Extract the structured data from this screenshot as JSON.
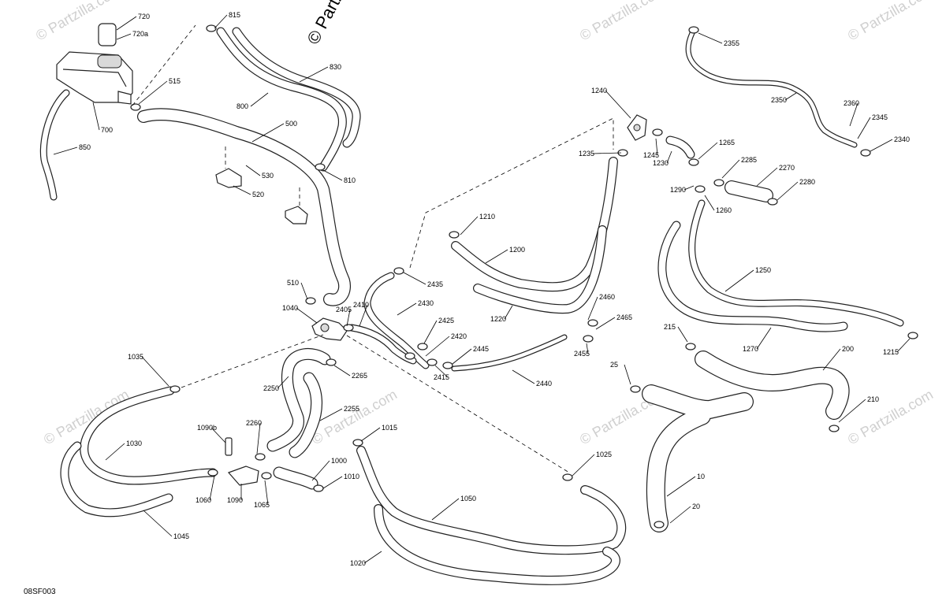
{
  "diagram_code": "08SF003",
  "watermark_main": "© Partzilla.com",
  "watermark_faint": "© Partzilla.com",
  "callouts": [
    {
      "id": "720",
      "text": "720"
    },
    {
      "id": "720a",
      "text": "720a"
    },
    {
      "id": "515",
      "text": "515"
    },
    {
      "id": "700",
      "text": "700"
    },
    {
      "id": "850",
      "text": "850"
    },
    {
      "id": "815",
      "text": "815"
    },
    {
      "id": "830",
      "text": "830"
    },
    {
      "id": "800",
      "text": "800"
    },
    {
      "id": "500",
      "text": "500"
    },
    {
      "id": "530",
      "text": "530"
    },
    {
      "id": "520",
      "text": "520"
    },
    {
      "id": "810",
      "text": "810"
    },
    {
      "id": "510",
      "text": "510"
    },
    {
      "id": "1040",
      "text": "1040"
    },
    {
      "id": "2405",
      "text": "2405"
    },
    {
      "id": "2410",
      "text": "2410"
    },
    {
      "id": "2430",
      "text": "2430"
    },
    {
      "id": "2425",
      "text": "2425"
    },
    {
      "id": "2420",
      "text": "2420"
    },
    {
      "id": "2445",
      "text": "2445"
    },
    {
      "id": "2415",
      "text": "2415"
    },
    {
      "id": "2440",
      "text": "2440"
    },
    {
      "id": "2435",
      "text": "2435"
    },
    {
      "id": "1210",
      "text": "1210"
    },
    {
      "id": "1200",
      "text": "1200"
    },
    {
      "id": "1220",
      "text": "1220"
    },
    {
      "id": "2460",
      "text": "2460"
    },
    {
      "id": "2465",
      "text": "2465"
    },
    {
      "id": "2455",
      "text": "2455"
    },
    {
      "id": "1240",
      "text": "1240"
    },
    {
      "id": "1235",
      "text": "1235"
    },
    {
      "id": "1245",
      "text": "1245"
    },
    {
      "id": "1230",
      "text": "1230"
    },
    {
      "id": "1265",
      "text": "1265"
    },
    {
      "id": "2285",
      "text": "2285"
    },
    {
      "id": "2270",
      "text": "2270"
    },
    {
      "id": "2280",
      "text": "2280"
    },
    {
      "id": "1290",
      "text": "1290"
    },
    {
      "id": "1260",
      "text": "1260"
    },
    {
      "id": "2355",
      "text": "2355"
    },
    {
      "id": "2350",
      "text": "2350"
    },
    {
      "id": "2360",
      "text": "2360"
    },
    {
      "id": "2345",
      "text": "2345"
    },
    {
      "id": "2340",
      "text": "2340"
    },
    {
      "id": "1250",
      "text": "1250"
    },
    {
      "id": "1270",
      "text": "1270"
    },
    {
      "id": "1215",
      "text": "1215"
    },
    {
      "id": "215",
      "text": "215"
    },
    {
      "id": "200",
      "text": "200"
    },
    {
      "id": "210",
      "text": "210"
    },
    {
      "id": "25",
      "text": "25"
    },
    {
      "id": "10",
      "text": "10"
    },
    {
      "id": "20",
      "text": "20"
    },
    {
      "id": "1035",
      "text": "1035"
    },
    {
      "id": "1030",
      "text": "1030"
    },
    {
      "id": "1045",
      "text": "1045"
    },
    {
      "id": "1090b",
      "text": "1090b"
    },
    {
      "id": "1060",
      "text": "1060"
    },
    {
      "id": "1090",
      "text": "1090"
    },
    {
      "id": "1065",
      "text": "1065"
    },
    {
      "id": "2260",
      "text": "2260"
    },
    {
      "id": "2250",
      "text": "2250"
    },
    {
      "id": "2265",
      "text": "2265"
    },
    {
      "id": "2255",
      "text": "2255"
    },
    {
      "id": "1000",
      "text": "1000"
    },
    {
      "id": "1010",
      "text": "1010"
    },
    {
      "id": "1015",
      "text": "1015"
    },
    {
      "id": "1025",
      "text": "1025"
    },
    {
      "id": "1050",
      "text": "1050"
    },
    {
      "id": "1020",
      "text": "1020"
    }
  ]
}
